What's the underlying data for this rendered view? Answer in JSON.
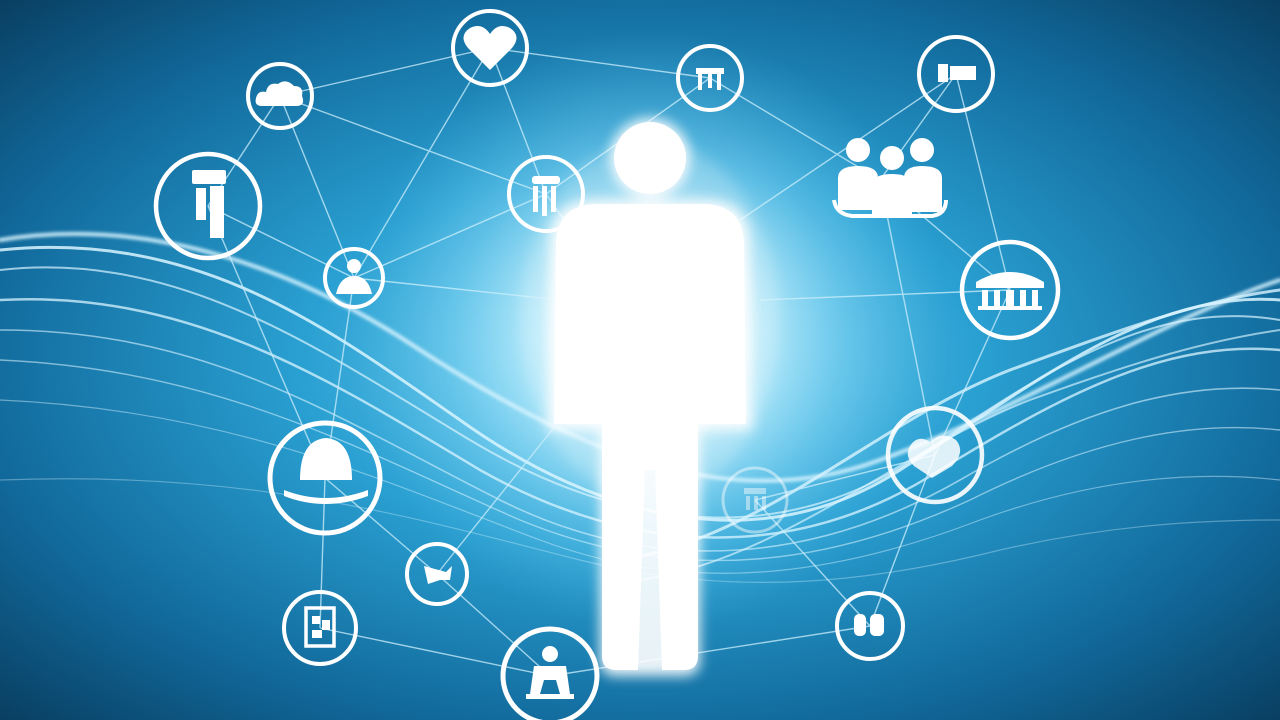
{
  "scene": {
    "colors": {
      "background_dark": "#0a3d5c",
      "background_mid": "#1a86b8",
      "glow": "#e8fbff",
      "line": "#d8f4ff",
      "icon": "#ffffff"
    },
    "central_figure": "person-silhouette",
    "nodes": [
      {
        "id": "heart",
        "icon": "heart-icon"
      },
      {
        "id": "cloud",
        "icon": "cloud-icon"
      },
      {
        "id": "hospital-bed",
        "icon": "hospital-bed-icon"
      },
      {
        "id": "medical-kit",
        "icon": "medical-kit-icon"
      },
      {
        "id": "pill-bottle",
        "icon": "pill-bottle-icon"
      },
      {
        "id": "group",
        "icon": "group-people-icon"
      },
      {
        "id": "clinic",
        "icon": "clinic-building-icon"
      },
      {
        "id": "doctor-bust",
        "icon": "doctor-bust-icon"
      },
      {
        "id": "nurse",
        "icon": "nurse-icon"
      },
      {
        "id": "umbrella",
        "icon": "umbrella-icon"
      },
      {
        "id": "hands-heart",
        "icon": "hands-heart-icon"
      },
      {
        "id": "faint-circle",
        "icon": "faint-symbol-icon"
      },
      {
        "id": "ribbon",
        "icon": "ribbon-icon"
      },
      {
        "id": "clipboard",
        "icon": "clipboard-icon"
      },
      {
        "id": "wheelchair-figure",
        "icon": "patient-icon"
      },
      {
        "id": "bandage",
        "icon": "bandage-icon"
      },
      {
        "id": "chart-person",
        "icon": "chart-person-icon"
      }
    ]
  }
}
